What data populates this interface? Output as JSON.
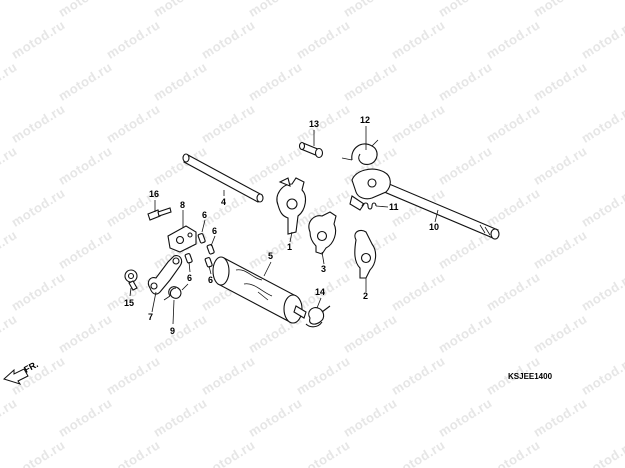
{
  "watermark": "motod.ru",
  "diagram_code": "KSJEE1400",
  "direction_label": "FR.",
  "callouts": {
    "c1": "1",
    "c2": "2",
    "c3": "3",
    "c4": "4",
    "c5": "5",
    "c6a": "6",
    "c6b": "6",
    "c6c": "6",
    "c6d": "6",
    "c7": "7",
    "c8": "8",
    "c9": "9",
    "c10": "10",
    "c11": "11",
    "c12": "12",
    "c13": "13",
    "c14": "14",
    "c15": "15",
    "c16": "16"
  },
  "colors": {
    "ink": "#111111",
    "watermark": "#e6e6e6",
    "background": "#ffffff"
  }
}
